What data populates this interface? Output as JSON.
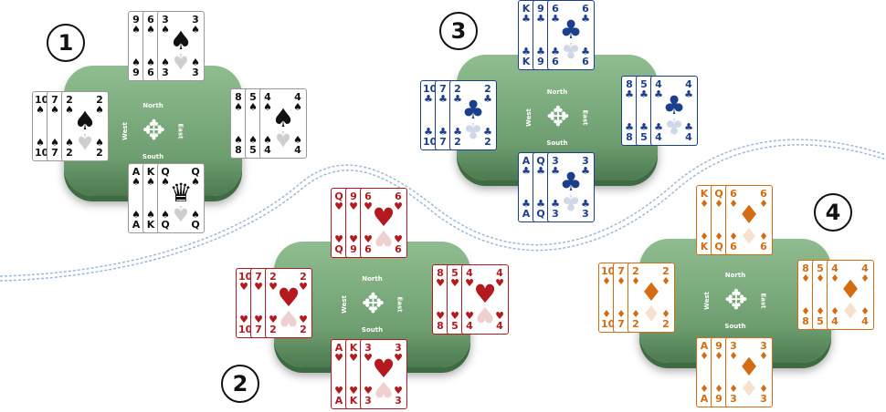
{
  "compass": {
    "north": "North",
    "south": "South",
    "east": "East",
    "west": "West"
  },
  "colors": {
    "spades": "#111111",
    "hearts": "#b3191e",
    "clubs": "#1b3f8a",
    "diamonds": "#d36c12",
    "wave": "#9fb8dc"
  },
  "tables": [
    {
      "number": "1",
      "suit": "spades",
      "symbol": "♠",
      "north": [
        "9",
        "6",
        "3"
      ],
      "west": [
        "10",
        "7",
        "2"
      ],
      "east": [
        "8",
        "5",
        "4"
      ],
      "south": [
        "A",
        "K",
        "Q"
      ]
    },
    {
      "number": "2",
      "suit": "hearts",
      "symbol": "♥",
      "north": [
        "Q",
        "9",
        "6"
      ],
      "west": [
        "10",
        "7",
        "2"
      ],
      "east": [
        "8",
        "5",
        "4"
      ],
      "south": [
        "A",
        "K",
        "3"
      ]
    },
    {
      "number": "3",
      "suit": "clubs",
      "symbol": "♣",
      "north": [
        "K",
        "9",
        "6"
      ],
      "west": [
        "10",
        "7",
        "2"
      ],
      "east": [
        "8",
        "5",
        "4"
      ],
      "south": [
        "A",
        "Q",
        "3"
      ]
    },
    {
      "number": "4",
      "suit": "diamonds",
      "symbol": "♦",
      "north": [
        "K",
        "Q",
        "6"
      ],
      "west": [
        "10",
        "7",
        "2"
      ],
      "east": [
        "8",
        "5",
        "4"
      ],
      "south": [
        "A",
        "9",
        "3"
      ]
    }
  ]
}
